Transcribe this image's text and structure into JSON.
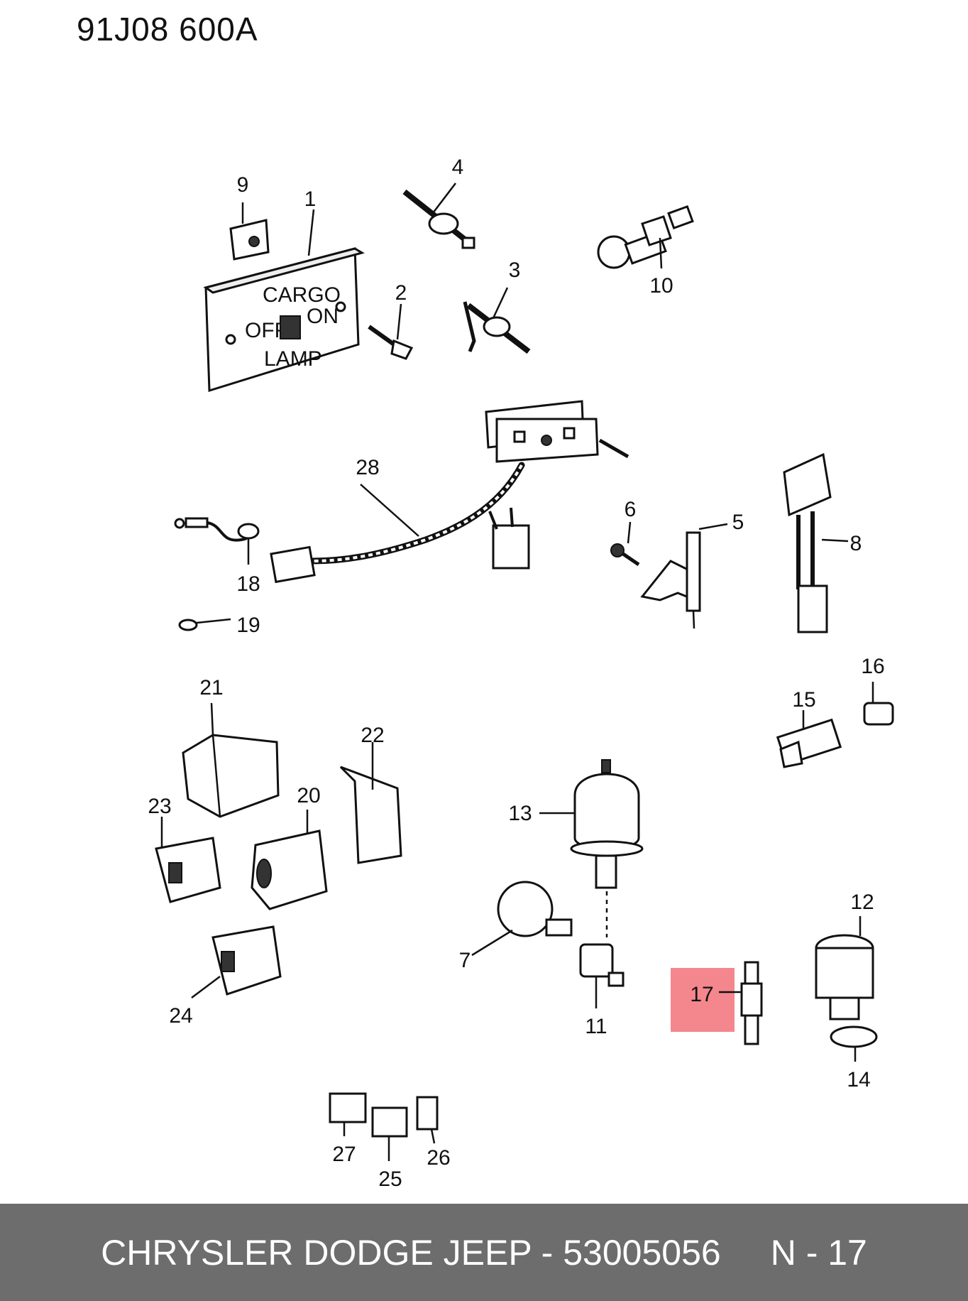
{
  "diagram_code": "91J08  600A",
  "panel_text": {
    "line1": "CARGO",
    "left": "OFF",
    "right": "ON",
    "line3": "LAMP"
  },
  "callouts": [
    {
      "id": "1",
      "label": "1"
    },
    {
      "id": "2",
      "label": "2"
    },
    {
      "id": "3",
      "label": "3"
    },
    {
      "id": "4",
      "label": "4"
    },
    {
      "id": "5",
      "label": "5"
    },
    {
      "id": "6",
      "label": "6"
    },
    {
      "id": "7",
      "label": "7"
    },
    {
      "id": "8",
      "label": "8"
    },
    {
      "id": "9",
      "label": "9"
    },
    {
      "id": "10",
      "label": "10"
    },
    {
      "id": "11",
      "label": "11"
    },
    {
      "id": "12",
      "label": "12"
    },
    {
      "id": "13",
      "label": "13"
    },
    {
      "id": "14",
      "label": "14"
    },
    {
      "id": "15",
      "label": "15"
    },
    {
      "id": "16",
      "label": "16"
    },
    {
      "id": "17",
      "label": "17",
      "highlighted": true
    },
    {
      "id": "18",
      "label": "18"
    },
    {
      "id": "19",
      "label": "19"
    },
    {
      "id": "20",
      "label": "20"
    },
    {
      "id": "21",
      "label": "21"
    },
    {
      "id": "22",
      "label": "22"
    },
    {
      "id": "23",
      "label": "23"
    },
    {
      "id": "24",
      "label": "24"
    },
    {
      "id": "25",
      "label": "25"
    },
    {
      "id": "26",
      "label": "26"
    },
    {
      "id": "27",
      "label": "27"
    },
    {
      "id": "28",
      "label": "28"
    }
  ],
  "highlight_color": "#f4878d",
  "footer": {
    "brand_part": "CHRYSLER DODGE JEEP - 53005056",
    "ref": "N - 17"
  }
}
